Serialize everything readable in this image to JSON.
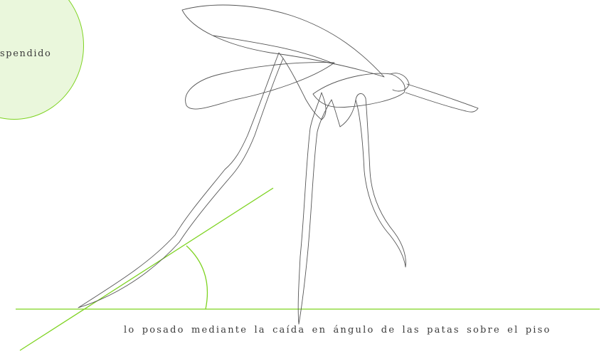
{
  "bubble": {
    "label": "spendido"
  },
  "caption": {
    "text": "lo posado mediante la caída en ángulo de las patas sobre el piso"
  },
  "colors": {
    "accent_green": "#7ed321",
    "bubble_fill": "#eaf7dc",
    "outline": "#555555",
    "text": "#3a3a3a"
  },
  "icons": {
    "illustration": "mosquito-illustration",
    "angle": "angle-arc"
  }
}
